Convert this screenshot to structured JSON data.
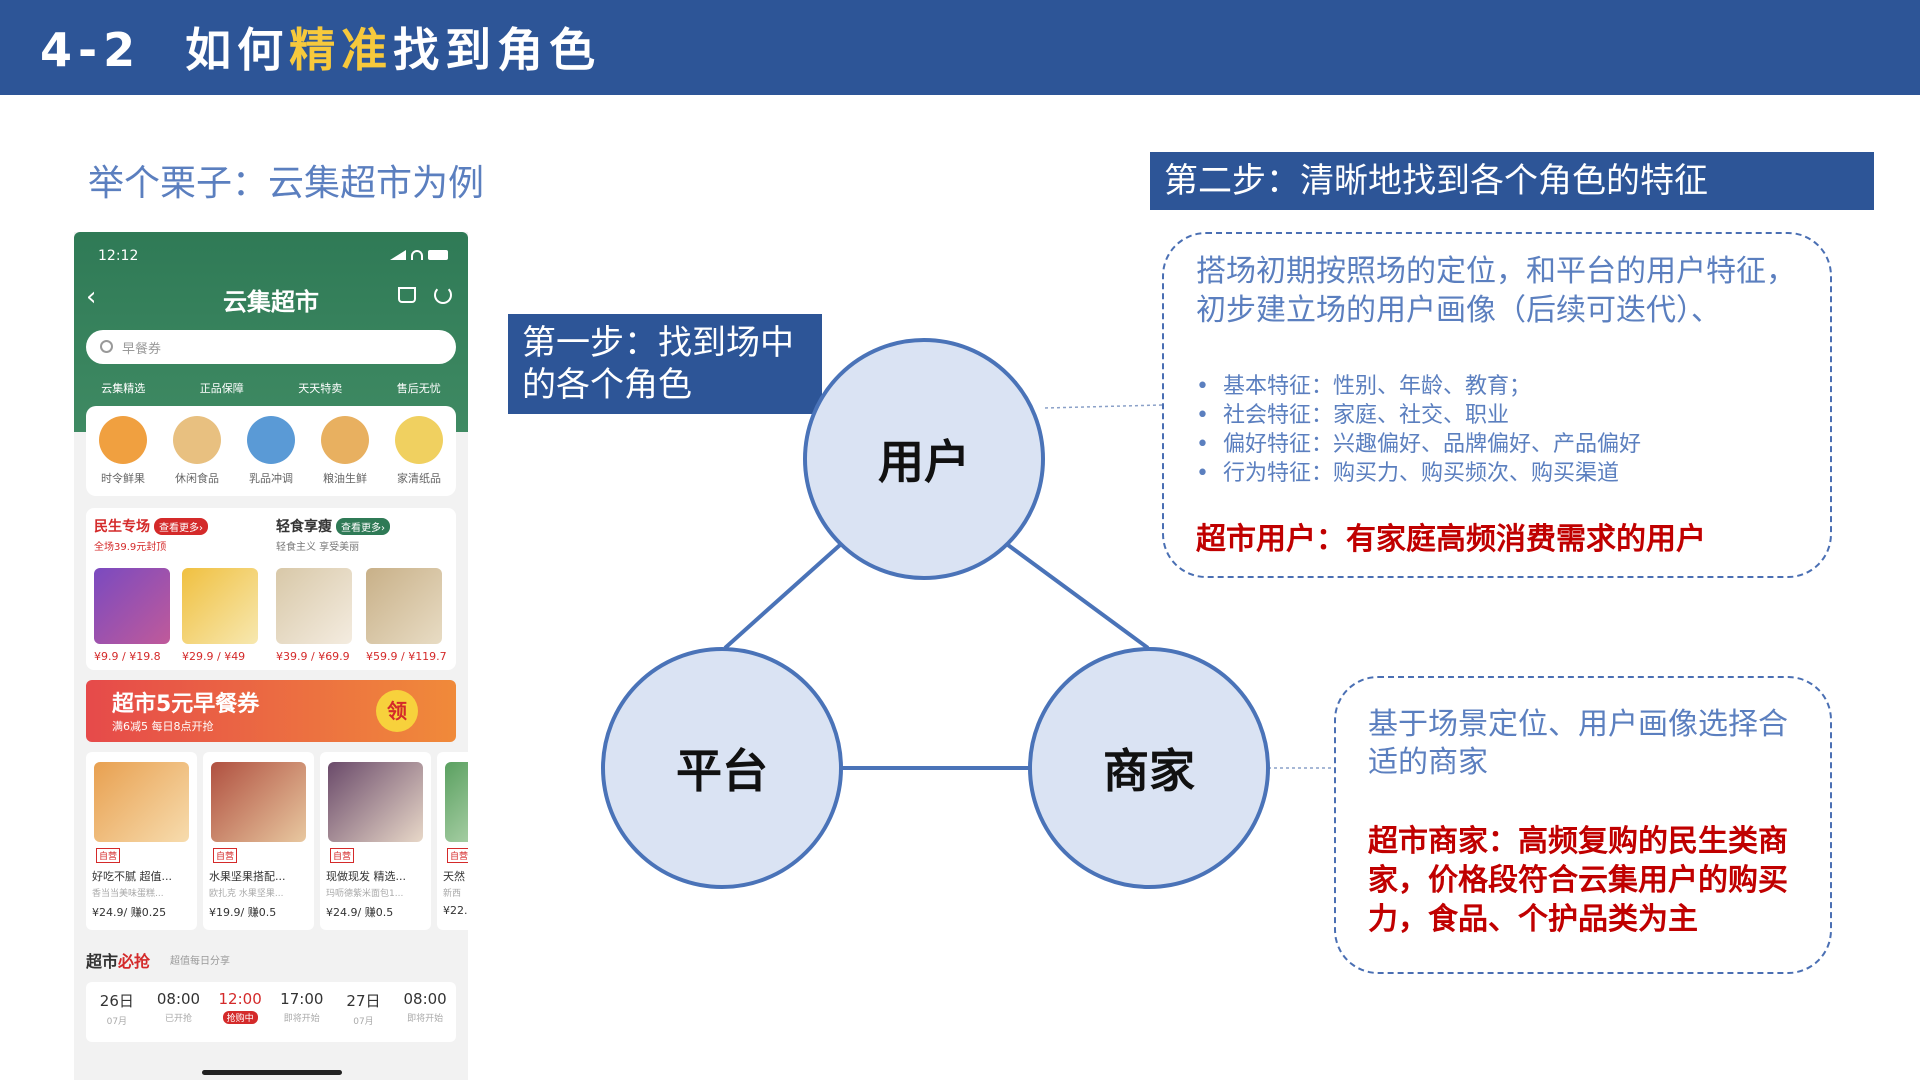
{
  "header": {
    "num": "4-2",
    "pre": "如何",
    "highlight": "精准",
    "post": "找到角色"
  },
  "intro": "举个栗子：云集超市为例",
  "step1": "第一步：找到场中的各个角色",
  "step2": "第二步：清晰地找到各个角色的特征",
  "nodes": {
    "user": "用户",
    "platform": "平台",
    "merchant": "商家"
  },
  "box1": {
    "main": "搭场初期按照场的定位，和平台的用户特征，初步建立场的用户画像（后续可迭代）、",
    "items": [
      "基本特征：性别、年龄、教育；",
      "社会特征：家庭、社交、职业",
      "偏好特征：兴趣偏好、品牌偏好、产品偏好",
      "行为特征：购买力、购买频次、购买渠道"
    ],
    "red": "超市用户：有家庭高频消费需求的用户"
  },
  "box2": {
    "main": "基于场景定位、用户画像选择合适的商家",
    "red": "超市商家：高频复购的民生类商家，价格段符合云集用户的购买力，食品、个护品类为主"
  },
  "phone": {
    "time": "12:12",
    "title": "云集超市",
    "search_placeholder": "早餐券",
    "tags": [
      "云集精选",
      "正品保障",
      "天天特卖",
      "售后无忧"
    ],
    "categories": [
      {
        "label": "时令鲜果",
        "color": "#f0a040"
      },
      {
        "label": "休闲食品",
        "color": "#e8c080"
      },
      {
        "label": "乳品冲调",
        "color": "#5a9ad6"
      },
      {
        "label": "粮油生鲜",
        "color": "#e8b060"
      },
      {
        "label": "家清纸品",
        "color": "#f0d060"
      }
    ],
    "promo_left": {
      "title": "民生专场",
      "btn": "查看更多›",
      "sub": "全场39.9元封顶",
      "prices": [
        "¥9.9 / ¥19.8",
        "¥29.9 / ¥49"
      ]
    },
    "promo_right": {
      "title": "轻食享瘦",
      "btn": "查看更多›",
      "sub": "轻食主义 享受美丽",
      "prices": [
        "¥39.9 / ¥69.9",
        "¥59.9 / ¥119.7"
      ]
    },
    "coupon": {
      "title": "超市5元早餐券",
      "sub": "满6减5 每日8点开抢",
      "btn": "领"
    },
    "goods": [
      {
        "self": "自营",
        "name": "好吃不腻 超值...",
        "desc": "香当当美味蛋糕...",
        "price": "¥24.9/ 赚0.25"
      },
      {
        "self": "自营",
        "name": "水果坚果搭配...",
        "desc": "欧扎克 水果坚果...",
        "price": "¥19.9/ 赚0.5"
      },
      {
        "self": "自营",
        "name": "现做现发 精选...",
        "desc": "玛呖德紫米面包1...",
        "price": "¥24.9/ 赚0.5"
      },
      {
        "self": "自营",
        "name": "天然",
        "desc": "新西",
        "price": "¥22."
      }
    ],
    "flash": {
      "title_a": "超市",
      "title_b": "必抢",
      "sub": "超值每日分享"
    },
    "times": [
      {
        "v": "26日",
        "s": "07月"
      },
      {
        "v": "08:00",
        "s": "已开抢"
      },
      {
        "v": "12:00",
        "s": "抢购中"
      },
      {
        "v": "17:00",
        "s": "即将开始"
      },
      {
        "v": "27日",
        "s": "07月"
      },
      {
        "v": "08:00",
        "s": "即将开始"
      }
    ]
  }
}
